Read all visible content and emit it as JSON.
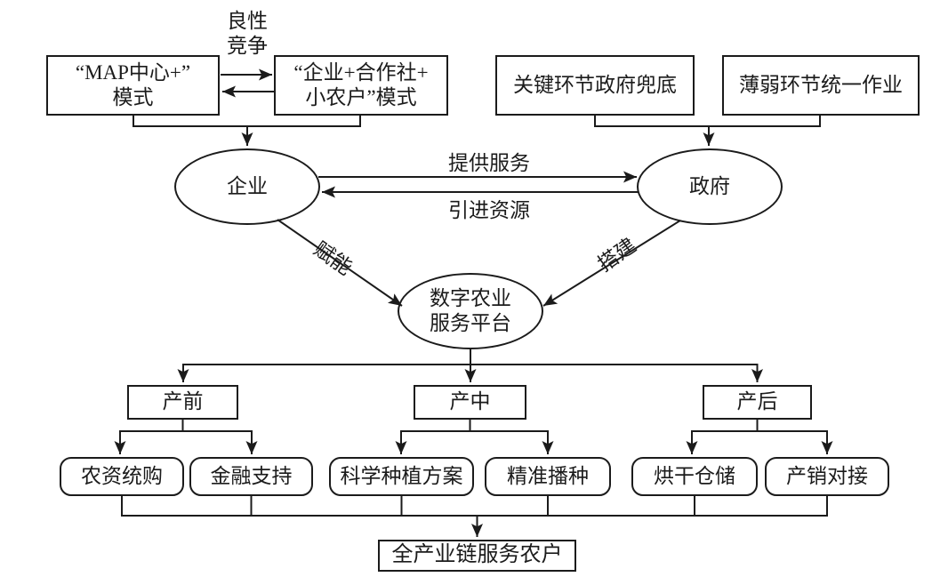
{
  "figure": {
    "background": "#ffffff",
    "line_color": "#1b1b1b",
    "text_color": "#1b1b1b"
  },
  "nodes": {
    "map_mode": {
      "line1": "“MAP中心+”",
      "line2": "模式"
    },
    "coop_mode": {
      "line1": "“企业+合作社+",
      "line2": "小农户”模式"
    },
    "gov_backstop": "关键环节政府兜底",
    "unified_operation": "薄弱环节统一作业",
    "enterprise": "企业",
    "government": "政府",
    "platform": {
      "line1": "数字农业",
      "line2": "服务平台"
    },
    "pre_production": "产前",
    "mid_production": "产中",
    "post_production": "产后",
    "agri_materials_purchase": "农资统购",
    "financial_support": "金融支持",
    "scientific_planting_plan": "科学种植方案",
    "precision_seeding": "精准播种",
    "drying_storage": "烘干仓储",
    "production_marketing_link": "产销对接",
    "full_chain_service": "全产业链服务农户"
  },
  "edge_labels": {
    "benign_competition": {
      "line1": "良性",
      "line2": "竞争"
    },
    "provide_services": "提供服务",
    "introduce_resources": "引进资源",
    "empower": "赋能",
    "build": "搭建"
  }
}
